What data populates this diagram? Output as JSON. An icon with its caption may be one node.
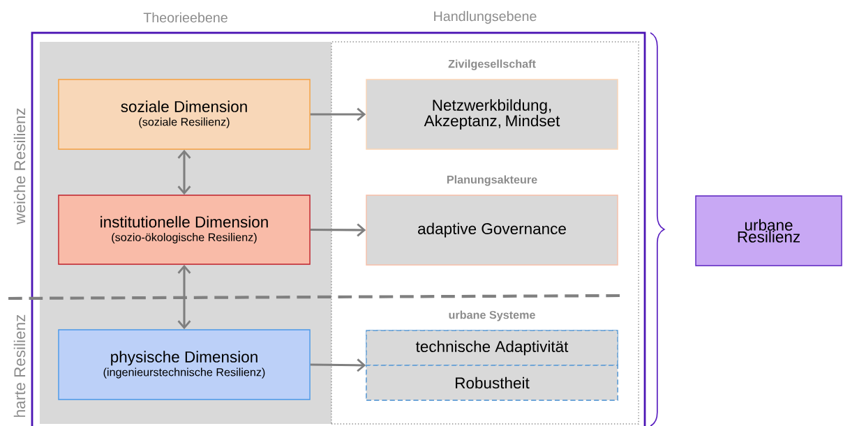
{
  "diagram": {
    "nodes": [
      {
        "text": [
          "Theorieebene"
        ]
      },
      {
        "text": [
          "Handlungsebene"
        ]
      },
      {
        "text": [
          "soziale Dimension",
          "(soziale Resilienz)"
        ],
        "in": 0
      },
      {
        "text": [
          "institutionelle Dimension",
          "(sozio-ökologische Resilienz)"
        ],
        "in": 0
      },
      {
        "text": [
          "physische Dimension",
          "(ingenieurstechnische Resilienz)"
        ],
        "in": 0
      },
      {
        "text": [
          "Zivilgesellschaft",
          "Netzwerkbildung, Akzeptanz, Mindset"
        ],
        "in": 1
      },
      {
        "text": [
          "Planungsakteure",
          "adaptive Governance"
        ],
        "in": 1
      },
      {
        "text": [
          "urbane Systeme"
        ],
        "in": 1
      },
      {
        "text": [
          "technische Adaptivität"
        ],
        "in": 7
      },
      {
        "text": [
          "Robustheit"
        ],
        "in": 7
      },
      {
        "text": [
          "urbane Resilienz"
        ]
      }
    ],
    "edges": [
      {
        "from": 2,
        "to": 3,
        "arrow": "both"
      },
      {
        "from": 3,
        "to": 4,
        "arrow": "both"
      },
      {
        "from": 2,
        "to": 5,
        "arrow": "to"
      },
      {
        "from": 3,
        "to": 6,
        "arrow": "to"
      },
      {
        "from": 4,
        "to": 7,
        "arrow": "to"
      }
    ],
    "labels": [
      "weiche Resilienz",
      "harte Resilienz"
    ]
  }
}
